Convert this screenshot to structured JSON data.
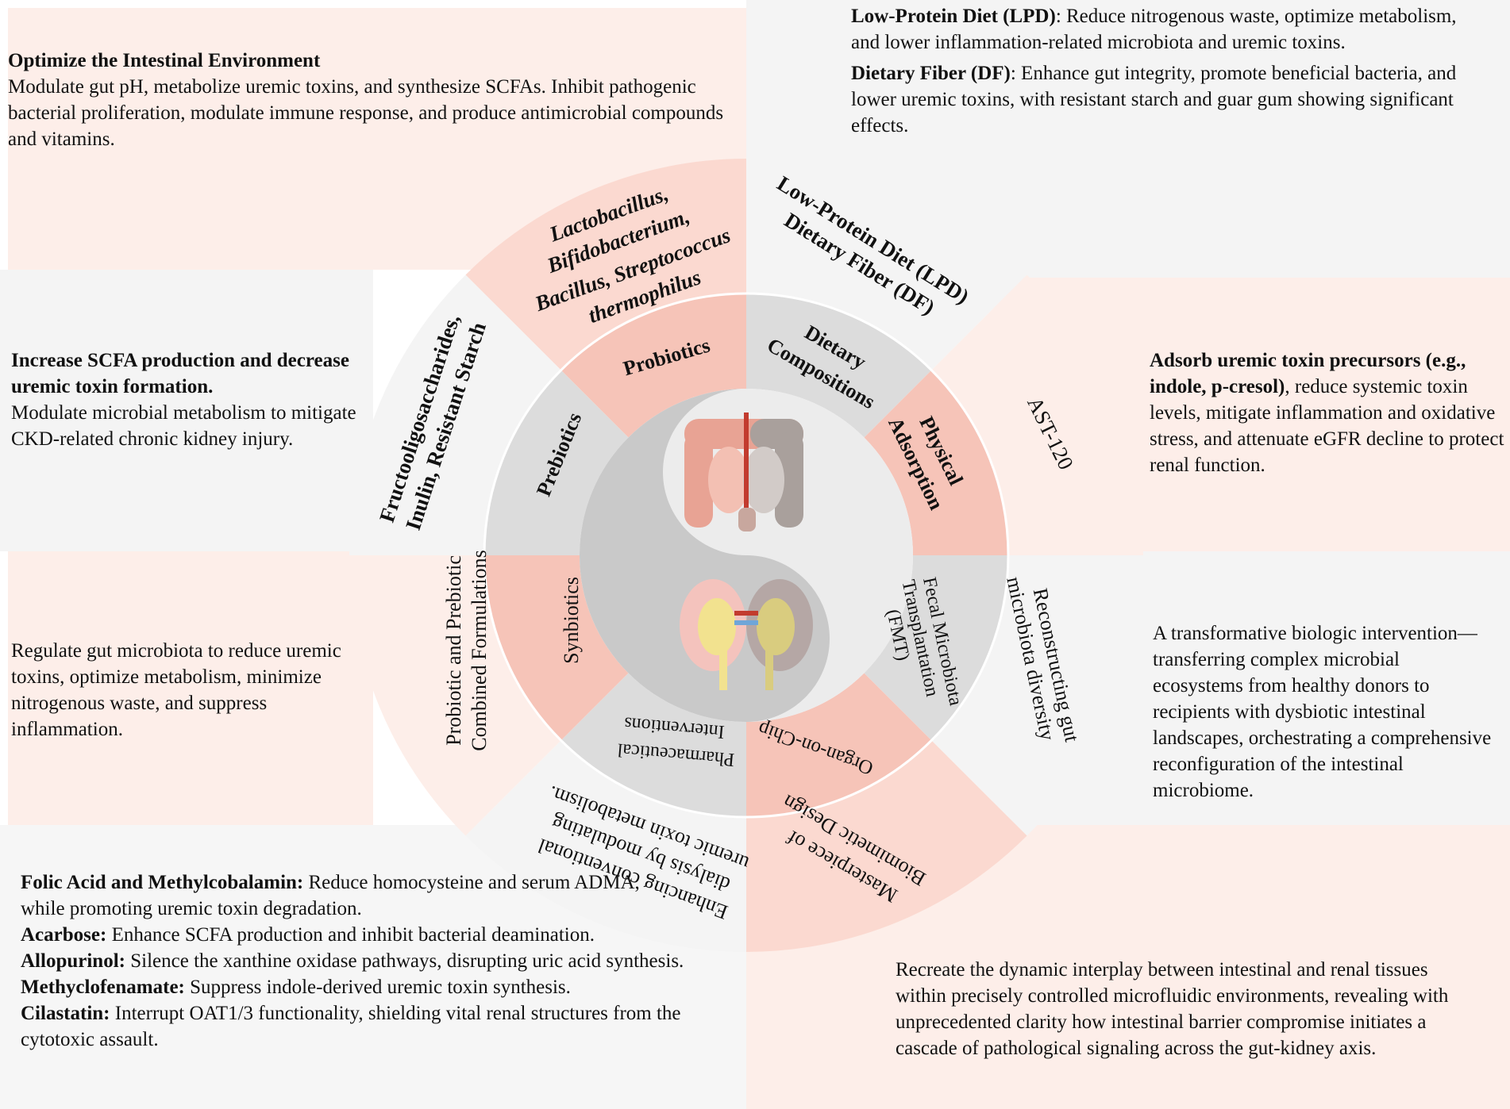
{
  "colors": {
    "pink_light": "#fdeee9",
    "pink_mid": "#fbd9d0",
    "pink_inner": "#f6c4b8",
    "gray_light": "#f4f4f4",
    "gray_mid": "#e9e9e9",
    "gray_inner": "#dcdcdc",
    "yin_dark": "#c8c8c8",
    "yin_light": "#ececec"
  },
  "inner_ring": {
    "probiotics": "Probiotics",
    "dietary_1": "Dietary",
    "dietary_2": "Compositions",
    "physical_1": "Physical",
    "physical_2": "Adsorption",
    "fmt_1": "Fecal Microbiota",
    "fmt_2": "Transplantation",
    "fmt_3": "(FMT)",
    "organ": "Organ-on-Chip",
    "pharma_1": "Pharmaceutical",
    "pharma_2": "Interventions",
    "synbiotics": "Synbiotics",
    "prebiotics": "Prebiotics"
  },
  "outer_ring": {
    "probiotic_strains_1": "Lactobacillus,",
    "probiotic_strains_2": "Bifidobacterium,",
    "probiotic_strains_3": "Bacillus, Streptococcus",
    "probiotic_strains_4": "thermophilus",
    "diet_1": "Low-Protein Diet (LPD)",
    "diet_2": "Dietary Fiber (DF)",
    "adsorbent": "AST-120",
    "fmt_desc_1": "Reconstructing gut",
    "fmt_desc_2": "microbiota diversity",
    "organ_desc_1": "Masterpiece of",
    "organ_desc_2": "Biomimetic Design",
    "pharma_desc_1": "Enhancing conventional",
    "pharma_desc_2": "dialysis by modulating",
    "pharma_desc_3": "uremic toxin metabolism.",
    "synbiotic_desc_1": "Probiotic and Prebiotic",
    "synbiotic_desc_2": "Combined Formulations",
    "prebiotic_desc_1": "Fructooligosaccharides,",
    "prebiotic_desc_2": "Inulin, Resistant Starch"
  },
  "text_blocks": {
    "top_left": {
      "title": "Optimize the Intestinal Environment",
      "body": "Modulate gut pH, metabolize uremic toxins, and synthesize SCFAs. Inhibit pathogenic bacterial proliferation, modulate immune response, and produce antimicrobial compounds and vitamins."
    },
    "top_right": {
      "lpd_label": "Low-Protein Diet (LPD)",
      "lpd_text": ": Reduce nitrogenous waste, optimize metabolism, and lower inflammation-related microbiota and uremic toxins.",
      "df_label": "Dietary Fiber (DF)",
      "df_text": ": Enhance gut integrity, promote beneficial bacteria, and lower uremic toxins, with resistant starch and guar gum showing significant effects."
    },
    "mid_left": {
      "title": "Increase SCFA production and decrease uremic toxin formation.",
      "body": "Modulate microbial metabolism to mitigate CKD-related chronic kidney injury."
    },
    "mid_right": {
      "title": "Adsorb uremic toxin precursors (e.g., indole, p-cresol)",
      "body": ", reduce systemic toxin levels, mitigate inflammation and oxidative stress, and attenuate eGFR decline to protect renal function."
    },
    "lower_left": {
      "body": "Regulate gut microbiota to reduce uremic toxins, optimize metabolism, minimize nitrogenous waste, and suppress inflammation."
    },
    "lower_right": {
      "body": "A transformative biologic intervention—transferring complex microbial ecosystems from healthy donors to recipients with dysbiotic intestinal landscapes, orchestrating a comprehensive reconfiguration of the intestinal microbiome."
    },
    "bottom_left": {
      "folic_label": "Folic Acid and Methylcobalamin:",
      "folic_text": " Reduce homocysteine and serum ADMA, while promoting uremic toxin degradation.",
      "acarbose_label": "Acarbose:",
      "acarbose_text": " Enhance SCFA production and inhibit bacterial deamination.",
      "allopurinol_label": "Allopurinol:",
      "allopurinol_text": " Silence the xanthine oxidase pathways, disrupting uric acid synthesis.",
      "methyclo_label": "Methyclofenamate:",
      "methyclo_text": " Suppress indole-derived uremic toxin synthesis.",
      "cilastatin_label": "Cilastatin:",
      "cilastatin_text": " Interrupt OAT1/3 functionality, shielding vital renal structures from the cytotoxic assault."
    },
    "bottom_right": {
      "body": "Recreate the dynamic interplay between intestinal and renal tissues within precisely controlled microfluidic environments, revealing with unprecedented clarity how intestinal barrier compromise initiates a cascade of pathological signaling across the gut-kidney axis."
    }
  }
}
